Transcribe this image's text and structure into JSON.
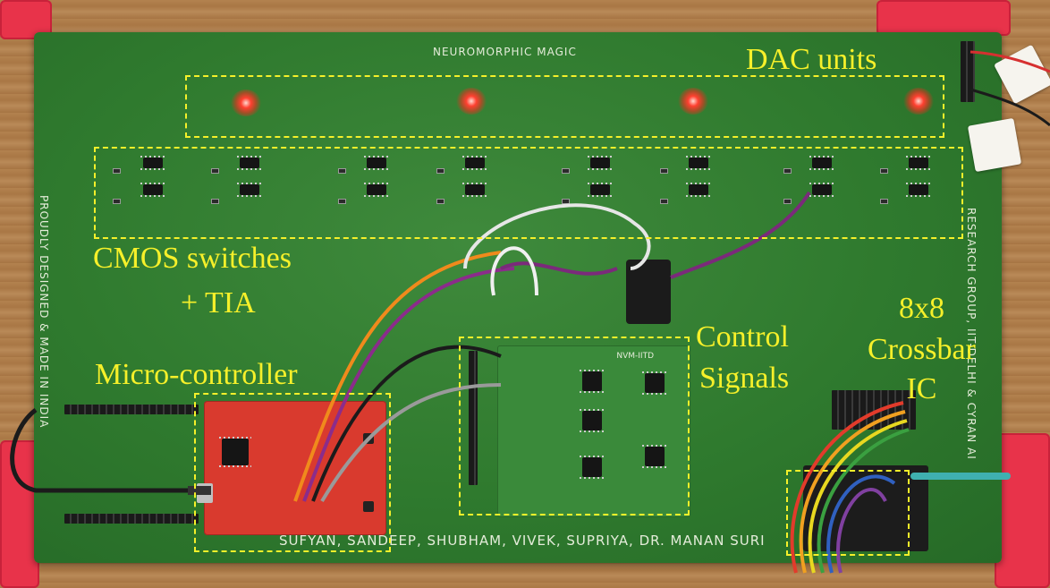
{
  "board": {
    "silk_title": "NEUROMORPHIC MAGIC",
    "silk_credits": "SUFYAN, SANDEEP, SHUBHAM, VIVEK, SUPRIYA, DR. MANAN SURI",
    "silk_left": "PROUDLY DESIGNED & MADE IN INDIA",
    "silk_right": "RESEARCH GROUP, IIT-DELHI & CYRAN AI",
    "module_label": "NVM-IITD"
  },
  "annotations": {
    "dac": "DAC units",
    "cmos_line1": "CMOS switches",
    "cmos_line2": "+ TIA",
    "mcu": "Micro-controller",
    "control_line1": "Control",
    "control_line2": "Signals",
    "crossbar_line1": "8x8",
    "crossbar_line2": "Crossbar",
    "crossbar_line3": "IC"
  },
  "colors": {
    "annotation": "#f6f02a",
    "pcb": "#2f7a2e",
    "clip": "#e8334a",
    "mcu_board": "#d93a2e"
  }
}
